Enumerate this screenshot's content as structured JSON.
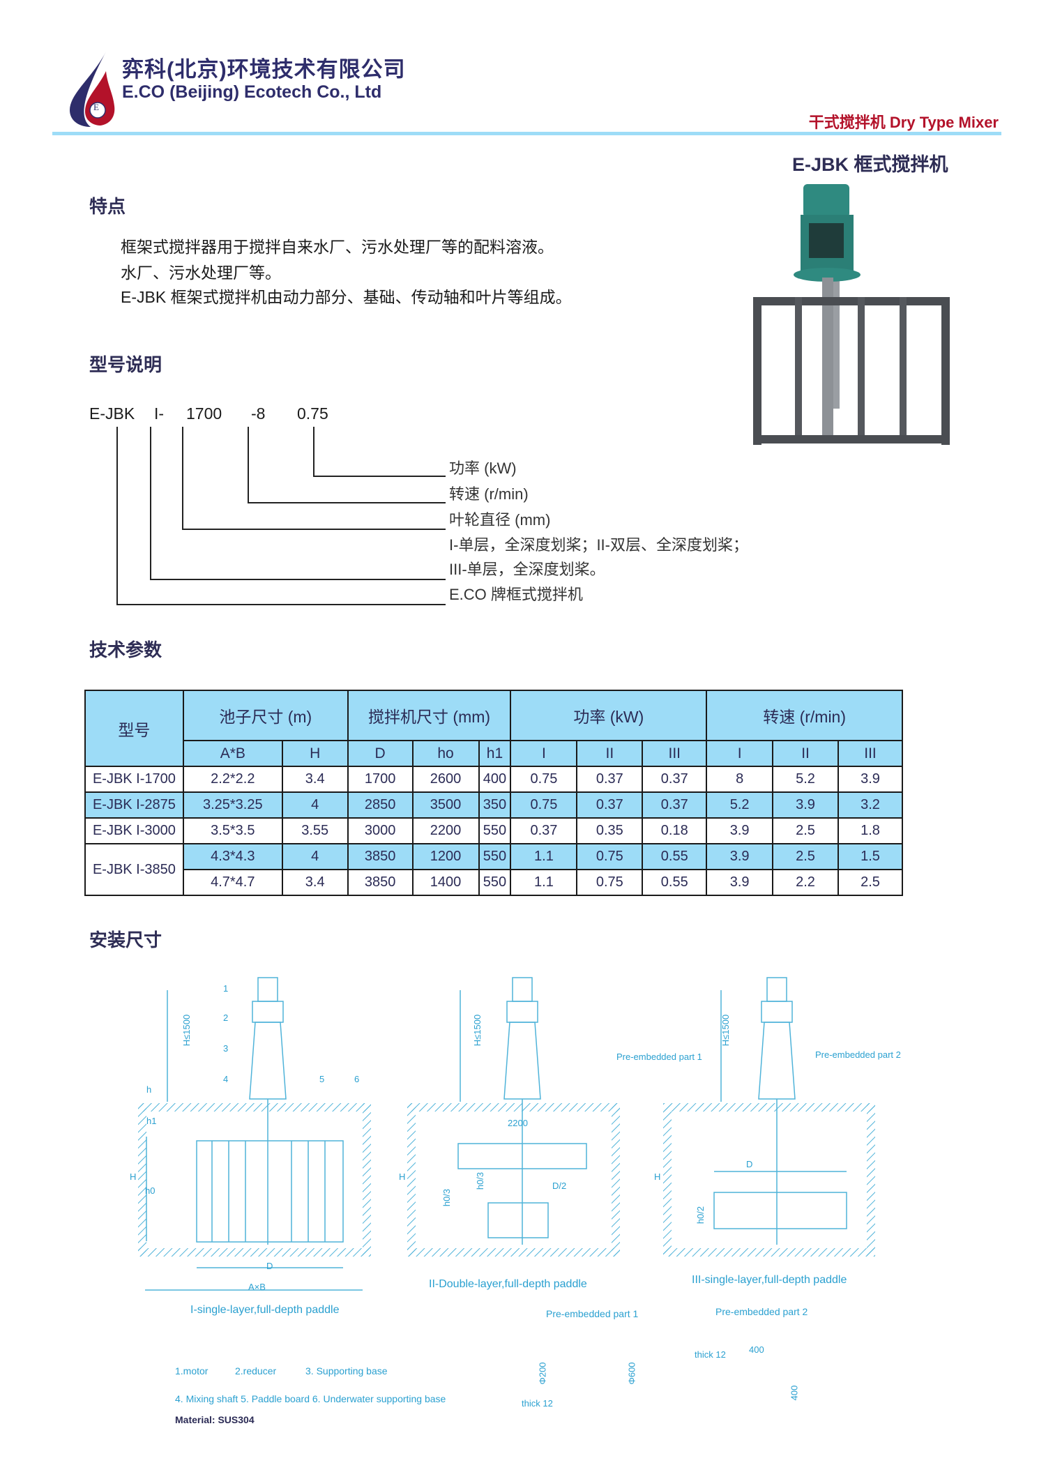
{
  "header": {
    "company_cn": "弈科(北京)环境技术有限公司",
    "company_en": "E.CO (Beijing) Ecotech Co., Ltd",
    "logo_letter": "E",
    "category": "干式搅拌机 Dry Type Mixer",
    "product_title": "E-JBK 框式搅拌机"
  },
  "features": {
    "heading": "特点",
    "lines": [
      "框架式搅拌器用于搅拌自来水厂、污水处理厂等的配料溶液。",
      "水厂、污水处理厂等。",
      "E-JBK 框架式搅拌机由动力部分、基础、传动轴和叶片等组成。"
    ]
  },
  "model": {
    "heading": "型号说明",
    "code_parts": [
      "E-JBK",
      "I-",
      "1700",
      "-8",
      "0.75"
    ],
    "labels": [
      "功率 (kW)",
      "转速 (r/min)",
      "叶轮直径 (mm)",
      "I-单层，全深度划桨；II-双层、全深度划桨；",
      "III-单层，全深度划桨。",
      "E.CO 牌框式搅拌机"
    ]
  },
  "specs": {
    "heading": "技术参数",
    "group_headers": [
      "型号",
      "池子尺寸 (m)",
      "搅拌机尺寸 (mm)",
      "功率 (kW)",
      "转速 (r/min)"
    ],
    "sub_headers": [
      "A*B",
      "H",
      "D",
      "ho",
      "h1",
      "I",
      "II",
      "III",
      "I",
      "II",
      "III"
    ],
    "rows": [
      {
        "model": "E-JBK I-1700",
        "cells": [
          "2.2*2.2",
          "3.4",
          "1700",
          "2600",
          "400",
          "0.75",
          "0.37",
          "0.37",
          "8",
          "5.2",
          "3.9"
        ]
      },
      {
        "model": "E-JBK I-2875",
        "cells": [
          "3.25*3.25",
          "4",
          "2850",
          "3500",
          "350",
          "0.75",
          "0.37",
          "0.37",
          "5.2",
          "3.9",
          "3.2"
        ]
      },
      {
        "model": "E-JBK I-3000",
        "cells": [
          "3.5*3.5",
          "3.55",
          "3000",
          "2200",
          "550",
          "0.37",
          "0.35",
          "0.18",
          "3.9",
          "2.5",
          "1.8"
        ]
      },
      {
        "model": "E-JBK I-3850",
        "cells": [
          "4.3*4.3",
          "4",
          "3850",
          "1200",
          "550",
          "1.1",
          "0.75",
          "0.55",
          "3.9",
          "2.5",
          "1.5"
        ]
      },
      {
        "model": "",
        "cells": [
          "4.7*4.7",
          "3.4",
          "3850",
          "1400",
          "550",
          "1.1",
          "0.75",
          "0.55",
          "3.9",
          "2.2",
          "2.5"
        ]
      }
    ]
  },
  "install": {
    "heading": "安装尺寸",
    "captions": [
      "I-single-layer,full-depth paddle",
      "II-Double-layer,full-depth paddle",
      "III-single-layer,full-depth paddle"
    ],
    "pre_part1": "Pre-embedded part 1",
    "pre_part2": "Pre-embedded part 2",
    "dims": {
      "h_le": "H≤1500",
      "H": "H",
      "h0": "h0",
      "h1": "h1",
      "h": "h",
      "D": "D",
      "AxB": "A×B",
      "d2200": "2200",
      "D2": "D/2",
      "h03": "h0/3",
      "h02": "h0/2",
      "phi200": "Φ200",
      "phi600": "Φ600",
      "thick": "thick 12",
      "s400": "400"
    },
    "callouts": [
      "1",
      "2",
      "3",
      "4",
      "5",
      "6"
    ],
    "legend_line1": [
      "1.motor",
      "2.reducer",
      "3. Supporting base"
    ],
    "legend_line2": "4. Mixing shaft  5. Paddle board  6. Underwater supporting base",
    "material": "Material: SUS304"
  },
  "colors": {
    "accent": "#9ddcf7",
    "brand_red": "#b3122a",
    "navy": "#2e2d6b",
    "drawing": "#2aa0d0"
  }
}
